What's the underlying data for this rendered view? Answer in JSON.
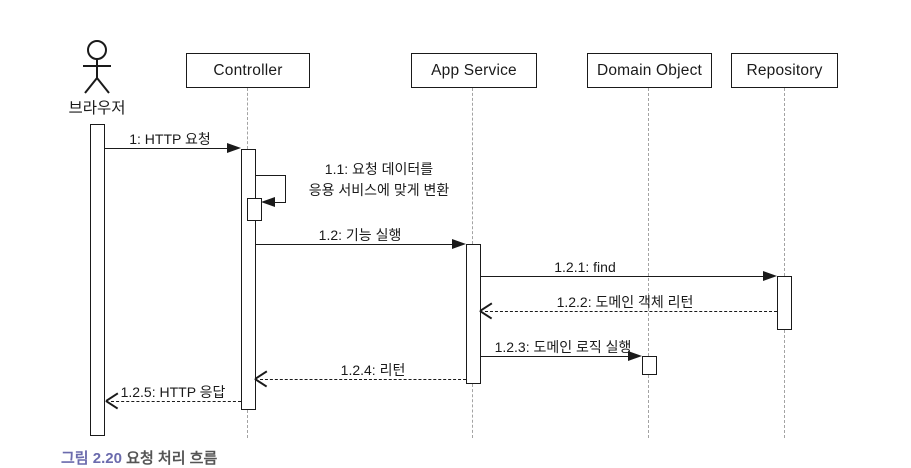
{
  "diagram": {
    "actor": {
      "label": "브라우저"
    },
    "lifelines": [
      {
        "label": "Controller"
      },
      {
        "label": "App Service"
      },
      {
        "label": "Domain Object"
      },
      {
        "label": "Repository"
      }
    ],
    "messages": {
      "m1": "1: HTTP 요청",
      "m1_1_line1": "1.1: 요청 데이터를",
      "m1_1_line2": "응용 서비스에 맞게 변환",
      "m1_2": "1.2: 기능 실행",
      "m1_2_1": "1.2.1: find",
      "m1_2_2": "1.2.2: 도메인 객체 리턴",
      "m1_2_3": "1.2.3: 도메인 로직 실행",
      "m1_2_4": "1.2.4: 리턴",
      "m1_2_5": "1.2.5: HTTP 응답"
    },
    "caption": {
      "figure_label": "그림 2.20",
      "title": "요청 처리 흐름"
    },
    "colors": {
      "line": "#1a1a1a",
      "lifeline_dash": "#a3a3a3",
      "caption_accent": "#6b6bad",
      "caption_text": "#555555"
    }
  }
}
